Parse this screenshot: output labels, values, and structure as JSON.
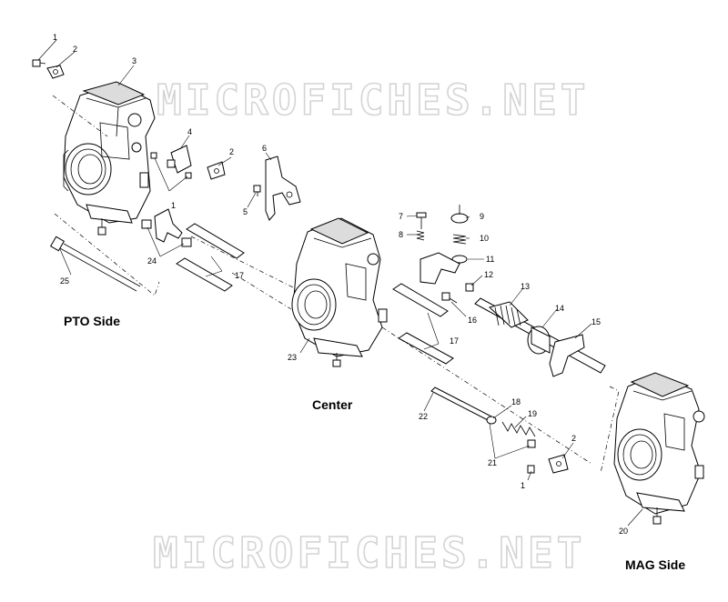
{
  "watermarks": [
    "MICROFICHES.NET",
    "MICROFICHES.NET"
  ],
  "sections": {
    "pto": "PTO Side",
    "center": "Center",
    "mag": "MAG Side"
  },
  "callouts": [
    {
      "id": "c1a",
      "text": "1"
    },
    {
      "id": "c2a",
      "text": "2"
    },
    {
      "id": "c3",
      "text": "3"
    },
    {
      "id": "c4",
      "text": "4"
    },
    {
      "id": "c2b",
      "text": "2"
    },
    {
      "id": "c1b",
      "text": "1"
    },
    {
      "id": "c6",
      "text": "6"
    },
    {
      "id": "c5",
      "text": "5"
    },
    {
      "id": "c7",
      "text": "7"
    },
    {
      "id": "c8",
      "text": "8"
    },
    {
      "id": "c9",
      "text": "9"
    },
    {
      "id": "c10",
      "text": "10"
    },
    {
      "id": "c11",
      "text": "11"
    },
    {
      "id": "c12",
      "text": "12"
    },
    {
      "id": "c13",
      "text": "13"
    },
    {
      "id": "c14",
      "text": "14"
    },
    {
      "id": "c15",
      "text": "15"
    },
    {
      "id": "c16",
      "text": "16"
    },
    {
      "id": "c17a",
      "text": "17"
    },
    {
      "id": "c17b",
      "text": "17"
    },
    {
      "id": "c24",
      "text": "24"
    },
    {
      "id": "c25",
      "text": "25"
    },
    {
      "id": "c23",
      "text": "23"
    },
    {
      "id": "c18",
      "text": "18"
    },
    {
      "id": "c19",
      "text": "19"
    },
    {
      "id": "c22",
      "text": "22"
    },
    {
      "id": "c21",
      "text": "21"
    },
    {
      "id": "c2c",
      "text": "2"
    },
    {
      "id": "c1c",
      "text": "1"
    },
    {
      "id": "c20",
      "text": "20"
    }
  ]
}
